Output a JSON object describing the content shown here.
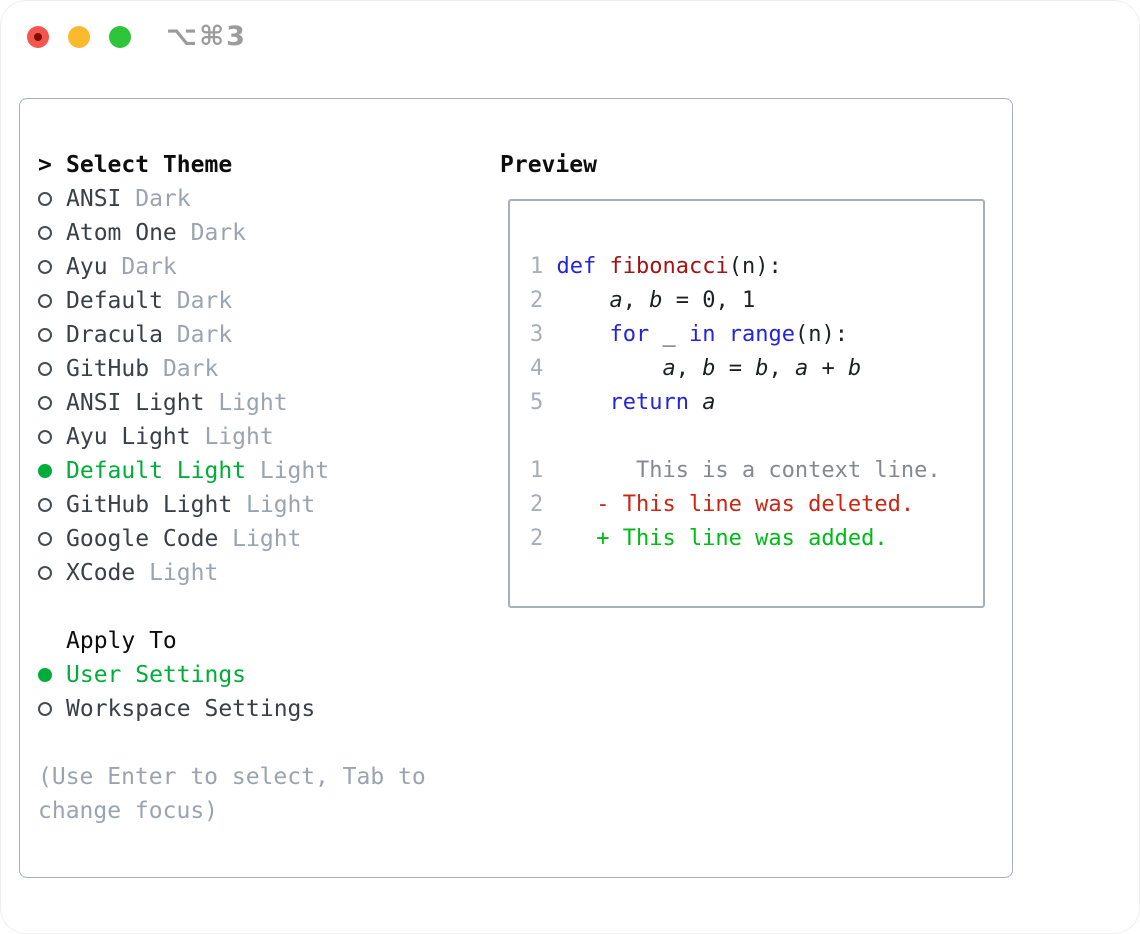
{
  "colors": {
    "traffic_red": "#f4564d",
    "traffic_red_dot": "#7d1006",
    "traffic_yellow": "#f9bb2d",
    "traffic_green": "#2fc53b",
    "title_gray": "#9b9b9b",
    "panel_border": "#a7afb9",
    "text_dark": "#3a4047",
    "text_black": "#0d0d0d",
    "muted_gray": "#9aa4b0",
    "selected_green": "#00ad3a",
    "added_green": "#00bb17",
    "deleted_red": "#cc2512",
    "keyword_blue": "#2424dd",
    "function_red": "#a31313",
    "code_plain": "#1d2023",
    "line_number_gray": "#a6aeb8",
    "context_gray": "#85898f",
    "radio_ring": "#474d55"
  },
  "window": {
    "title": "⌥⌘3"
  },
  "theme_picker": {
    "header": {
      "prompt": ">",
      "label": "Select Theme"
    },
    "themes": [
      {
        "name": "ANSI",
        "variant": "Dark",
        "selected": false
      },
      {
        "name": "Atom One",
        "variant": "Dark",
        "selected": false
      },
      {
        "name": "Ayu",
        "variant": "Dark",
        "selected": false
      },
      {
        "name": "Default",
        "variant": "Dark",
        "selected": false
      },
      {
        "name": "Dracula",
        "variant": "Dark",
        "selected": false
      },
      {
        "name": "GitHub",
        "variant": "Dark",
        "selected": false
      },
      {
        "name": "ANSI Light",
        "variant": "Light",
        "selected": false
      },
      {
        "name": "Ayu Light",
        "variant": "Light",
        "selected": false
      },
      {
        "name": "Default Light",
        "variant": "Light",
        "selected": true
      },
      {
        "name": "GitHub Light",
        "variant": "Light",
        "selected": false
      },
      {
        "name": "Google Code",
        "variant": "Light",
        "selected": false
      },
      {
        "name": "XCode",
        "variant": "Light",
        "selected": false
      }
    ],
    "apply_to": {
      "label": "Apply To",
      "options": [
        {
          "name": "User Settings",
          "selected": true
        },
        {
          "name": "Workspace Settings",
          "selected": false
        }
      ]
    },
    "hint": "(Use Enter to select, Tab to change focus)"
  },
  "preview": {
    "label": "Preview",
    "code_lines": [
      {
        "num": "1",
        "segments": [
          {
            "t": "def",
            "s": "k"
          },
          {
            "t": " ",
            "s": "p"
          },
          {
            "t": "fibonacci",
            "s": "f"
          },
          {
            "t": "(n):",
            "s": "p"
          }
        ]
      },
      {
        "num": "2",
        "segments": [
          {
            "t": "    ",
            "s": "p"
          },
          {
            "t": "a",
            "s": "v"
          },
          {
            "t": ", ",
            "s": "p"
          },
          {
            "t": "b",
            "s": "v"
          },
          {
            "t": " = 0, 1",
            "s": "p"
          }
        ]
      },
      {
        "num": "3",
        "segments": [
          {
            "t": "    ",
            "s": "p"
          },
          {
            "t": "for",
            "s": "k"
          },
          {
            "t": " _ ",
            "s": "p"
          },
          {
            "t": "in",
            "s": "k"
          },
          {
            "t": " ",
            "s": "p"
          },
          {
            "t": "range",
            "s": "k"
          },
          {
            "t": "(n):",
            "s": "p"
          }
        ]
      },
      {
        "num": "4",
        "segments": [
          {
            "t": "        ",
            "s": "p"
          },
          {
            "t": "a",
            "s": "v"
          },
          {
            "t": ", ",
            "s": "p"
          },
          {
            "t": "b",
            "s": "v"
          },
          {
            "t": " = ",
            "s": "p"
          },
          {
            "t": "b",
            "s": "v"
          },
          {
            "t": ", ",
            "s": "p"
          },
          {
            "t": "a",
            "s": "v"
          },
          {
            "t": " + ",
            "s": "p"
          },
          {
            "t": "b",
            "s": "v"
          }
        ]
      },
      {
        "num": "5",
        "segments": [
          {
            "t": "    ",
            "s": "p"
          },
          {
            "t": "return",
            "s": "k"
          },
          {
            "t": " ",
            "s": "p"
          },
          {
            "t": "a",
            "s": "v"
          }
        ]
      }
    ],
    "diff_lines": [
      {
        "num": "1",
        "style": "ctx",
        "text": "      This is a context line."
      },
      {
        "num": "2",
        "style": "del",
        "text": "   - This line was deleted."
      },
      {
        "num": "2",
        "style": "add",
        "text": "   + This line was added."
      }
    ]
  }
}
